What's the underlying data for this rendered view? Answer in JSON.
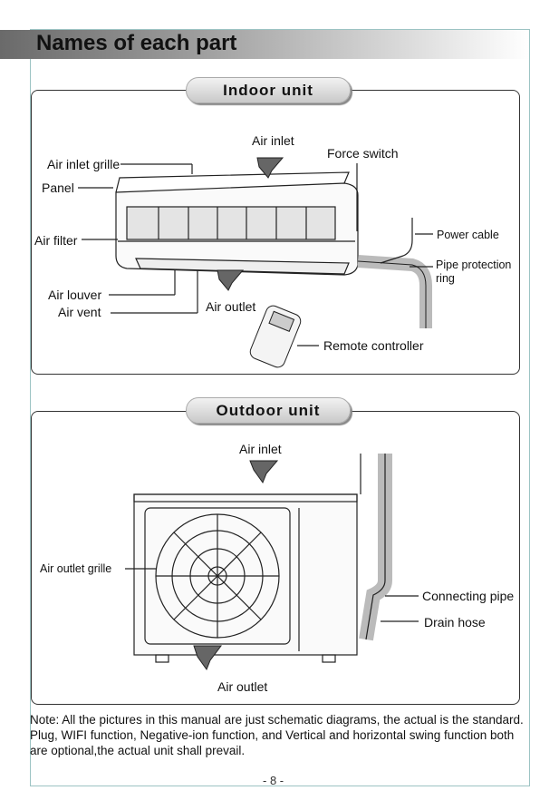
{
  "page_title": "Names of each part",
  "indoor": {
    "heading": "Indoor unit",
    "labels": {
      "air_inlet": "Air inlet",
      "force_switch": "Force switch",
      "air_inlet_grille": "Air inlet grille",
      "panel": "Panel",
      "air_filter": "Air filter",
      "power_cable": "Power cable",
      "pipe_protection_ring_1": "Pipe protection",
      "pipe_protection_ring_2": "ring",
      "air_louver": "Air  louver",
      "air_vent": "Air  vent",
      "air_outlet": "Air outlet",
      "remote_controller": "Remote controller"
    }
  },
  "outdoor": {
    "heading": "Outdoor unit",
    "labels": {
      "air_inlet": "Air inlet",
      "air_outlet_grille": "Air outlet grille",
      "connecting_pipe": "Connecting pipe",
      "drain_hose": "Drain hose",
      "air_outlet": "Air outlet"
    }
  },
  "note": "Note: All the pictures in this manual are just schematic diagrams, the actual is the standard. Plug, WIFI function, Negative-ion function, and Vertical and horizontal swing function both are optional,the actual unit shall prevail.",
  "page_number": "- 8 -"
}
